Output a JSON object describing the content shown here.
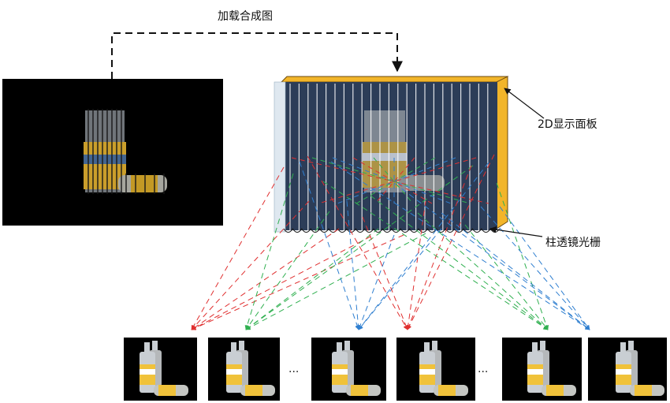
{
  "labels": {
    "load_composite": "加载合成图",
    "display_panel": "2D显示面板",
    "lenticular_grating": "柱透镜光栅",
    "ellipsis_1": "···",
    "ellipsis_2": "···"
  },
  "colors": {
    "ray_red": "#e03030",
    "ray_green": "#30b050",
    "ray_blue": "#2f7fd0",
    "panel_frame": "#f2b52a",
    "lens_fill": "#2c3d58",
    "lens_stroke": "#ffffff",
    "bottle_glass": "#c9ced3",
    "bottle_label": "#f0c23a",
    "bottle_label_band": "#ffffff",
    "background_black": "#000000"
  },
  "views": {
    "count_shown": 6
  },
  "icons": [
    "arrow-down-icon",
    "pointer-arrow-icon",
    "bottle-icon"
  ]
}
